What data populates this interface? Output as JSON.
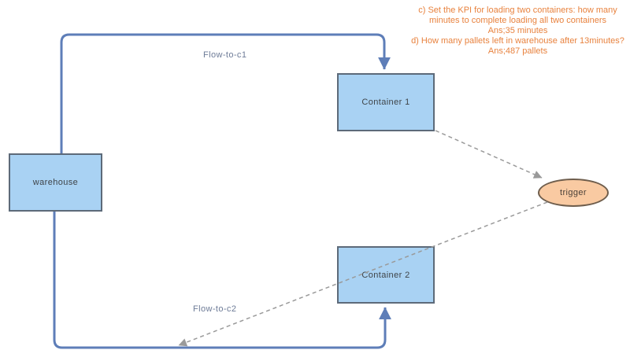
{
  "diagram": {
    "nodes": {
      "warehouse": {
        "label": "warehouse",
        "fill": "#a9d2f3",
        "border": "#5d6a79"
      },
      "container1": {
        "label": "Container 1",
        "fill": "#a9d2f3",
        "border": "#5d6a79"
      },
      "container2": {
        "label": "Container 2",
        "fill": "#a9d2f3",
        "border": "#5d6a79"
      },
      "trigger": {
        "label": "trigger",
        "fill": "#f9caa2",
        "border": "#6e5d4c"
      }
    },
    "flows": {
      "flow_to_c1": {
        "label": "Flow-to-c1"
      },
      "flow_to_c2": {
        "label": "Flow-to-c2"
      }
    },
    "colors": {
      "flow_line": "#5e7eb8",
      "dashed_line": "#9a9a9a",
      "flow_label": "#6d7b97",
      "annotation_text": "#e8823e",
      "node_label": "#3f4448"
    }
  },
  "annotation": {
    "lines": [
      "c) Set the KPI for loading two containers: how many",
      "minutes to complete loading all two containers",
      "Ans;35 minutes",
      "d) How many pallets left in warehouse after 13minutes?",
      "Ans;487 pallets"
    ]
  }
}
